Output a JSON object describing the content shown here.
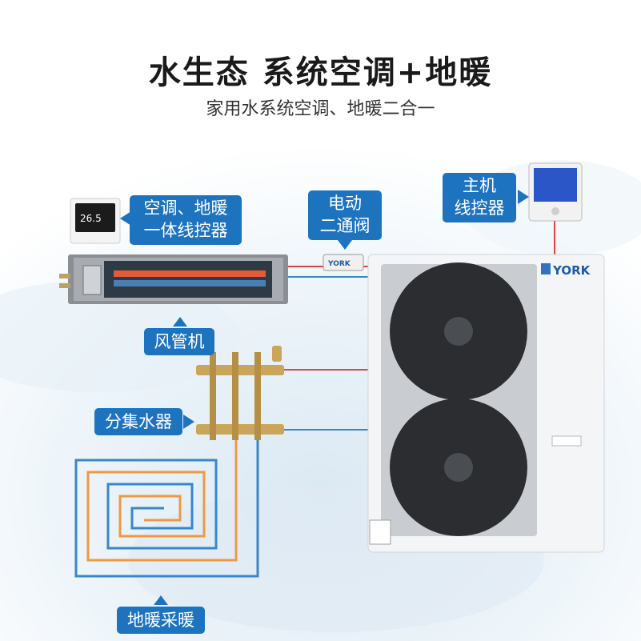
{
  "header": {
    "title": "水生态 系统空调+地暖",
    "subtitle": "家用水系统空调、地暖二合一"
  },
  "labels": {
    "controller_combo": [
      "空调、地暖",
      "一体线控器"
    ],
    "valve": [
      "电动",
      "二通阀"
    ],
    "main_controller": [
      "主机",
      "线控器"
    ],
    "duct_unit": "风管机",
    "manifold": "分集水器",
    "floor_heating": "地暖采暖"
  },
  "devices": {
    "brand": "YORK",
    "thermostat_temp": "26.5"
  },
  "colors": {
    "label_bg": "#1e73be",
    "supply_pipe": "#e2433b",
    "return_pipe": "#3a86c8"
  }
}
